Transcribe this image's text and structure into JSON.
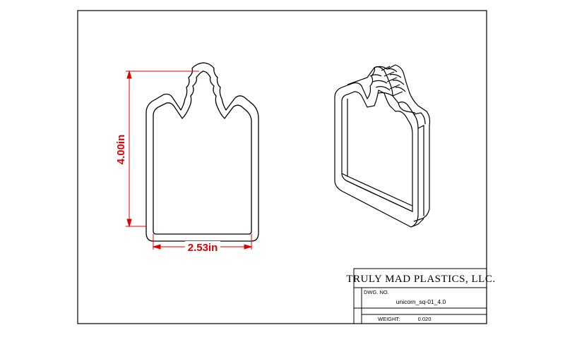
{
  "drawing": {
    "dimensions": {
      "height": "4.00in",
      "width": "2.53in"
    },
    "title_block": {
      "company": "TRULY MAD PLASTICS, LLC.",
      "dwg_no_label": "DWG. NO.",
      "dwg_no_value": "unicorn_sq-01_4.0",
      "weight_label": "WEIGHT:",
      "weight_value": "0.020"
    },
    "colors": {
      "line": "#000000",
      "dimension": "#e00000",
      "frame": "#000000"
    }
  }
}
